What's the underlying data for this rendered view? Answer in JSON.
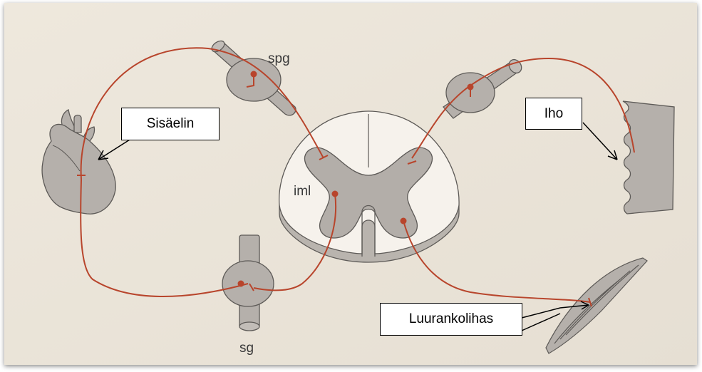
{
  "labels": {
    "spg": "spg",
    "sg": "sg",
    "iml": "iml"
  },
  "callouts": {
    "sisaelin": "Sisäelin",
    "iho": "Iho",
    "luurankolihas": "Luurankolihas"
  },
  "colors": {
    "background": "#ece5da",
    "tissue": "#b5b0ab",
    "nerve": "#b8452c",
    "callout_border": "#000000"
  }
}
